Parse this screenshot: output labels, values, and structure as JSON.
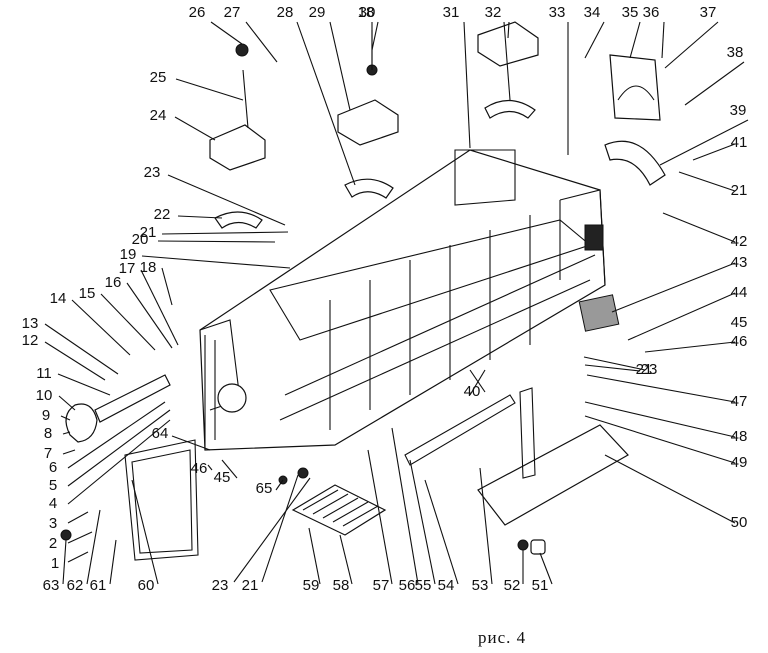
{
  "figure": {
    "caption": "рис. 4",
    "callouts": [
      "1",
      "2",
      "3",
      "4",
      "5",
      "6",
      "7",
      "8",
      "9",
      "10",
      "11",
      "12",
      "13",
      "14",
      "15",
      "16",
      "17",
      "18",
      "18",
      "19",
      "20",
      "21",
      "21",
      "21",
      "21",
      "22",
      "23",
      "23",
      "23",
      "24",
      "25",
      "26",
      "27",
      "28",
      "29",
      "30",
      "31",
      "32",
      "33",
      "34",
      "35",
      "36",
      "37",
      "38",
      "39",
      "40",
      "41",
      "42",
      "43",
      "44",
      "45",
      "45",
      "46",
      "46",
      "47",
      "48",
      "49",
      "50",
      "51",
      "52",
      "53",
      "54",
      "55",
      "56",
      "57",
      "58",
      "59",
      "60",
      "61",
      "62",
      "63",
      "64",
      "65"
    ]
  }
}
